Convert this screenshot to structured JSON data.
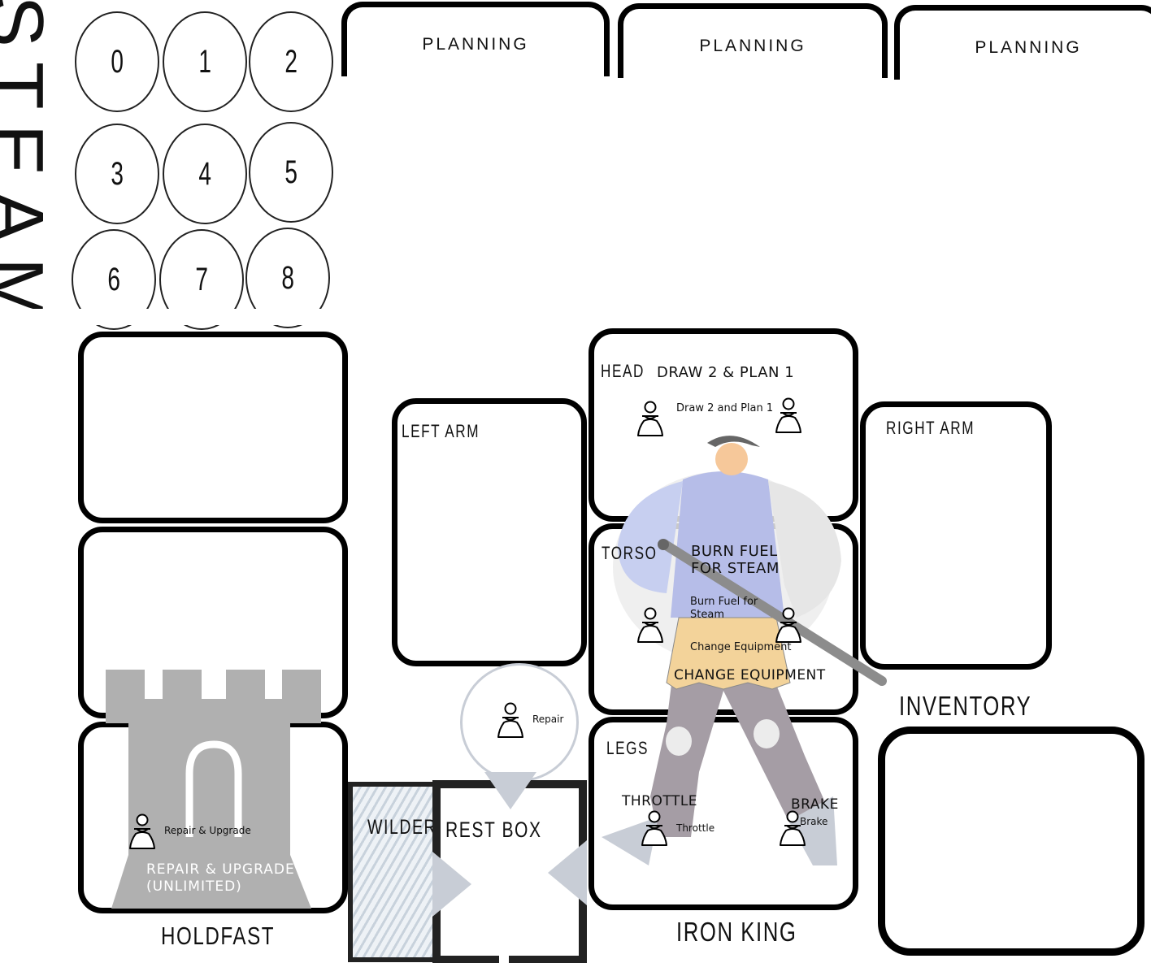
{
  "sidebar": {
    "game_title": "STEAM"
  },
  "dice_track": {
    "numbers": [
      "0",
      "1",
      "2",
      "3",
      "4",
      "5",
      "6",
      "7",
      "8"
    ]
  },
  "planning": {
    "slots": [
      "PLANNING",
      "PLANNING",
      "PLANNING"
    ]
  },
  "holdfast": {
    "label": "HOLDFAST",
    "worker_label": "Repair & Upgrade",
    "action_label": "REPAIR & UPGRADE\n(UNLIMITED)"
  },
  "left_arm": {
    "label": "LEFT ARM"
  },
  "right_arm": {
    "label": "RIGHT ARM"
  },
  "head": {
    "label": "HEAD",
    "action_title": "DRAW 2 & PLAN 1",
    "worker_label": "Draw 2 and Plan 1"
  },
  "torso": {
    "label": "TORSO",
    "action_title": "BURN FUEL\nFOR STEAM",
    "worker_label_1": "Burn Fuel for\nSteam",
    "worker_label_2": "Change Equipment",
    "action_title_2": "CHANGE EQUIPMENT"
  },
  "legs": {
    "label": "LEGS",
    "action_throttle": "THROTTLE",
    "worker_throttle": "Throttle",
    "action_brake": "BRAKE",
    "worker_brake": "Brake"
  },
  "iron_king": {
    "label": "IRON KING"
  },
  "inventory": {
    "label": "INVENTORY"
  },
  "repair_bubble": {
    "worker_label": "Repair"
  },
  "wilderness": {
    "label": "WILDERNESS"
  },
  "rest_box": {
    "label": "REST BOX"
  },
  "colors": {
    "board_border": "#000000",
    "castle_gray": "#b0b0b0",
    "arrow_gray": "#c8cdd6",
    "tunic_blue": "#b6bde8",
    "belt_tan": "#f3d39a"
  }
}
